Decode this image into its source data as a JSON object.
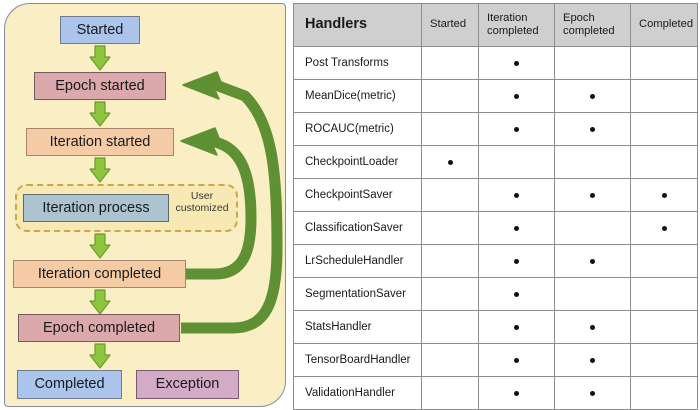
{
  "flow": {
    "nodes": [
      {
        "id": "started",
        "label": "Started",
        "style": "blue"
      },
      {
        "id": "epoch-started",
        "label": "Epoch started",
        "style": "rose"
      },
      {
        "id": "iteration-started",
        "label": "Iteration started",
        "style": "peach"
      },
      {
        "id": "iteration-process",
        "label": "Iteration process",
        "style": "steel"
      },
      {
        "id": "iteration-completed",
        "label": "Iteration completed",
        "style": "peach"
      },
      {
        "id": "epoch-completed",
        "label": "Epoch completed",
        "style": "rose"
      },
      {
        "id": "completed",
        "label": "Completed",
        "style": "blue"
      },
      {
        "id": "exception",
        "label": "Exception",
        "style": "mauve"
      }
    ],
    "group_label": "User customized",
    "colors": {
      "panel_background": "#faeec4",
      "group_background": "#f7e8b4",
      "group_border": "#c8a84a",
      "arrow_down": "#8dc63f",
      "arrow_loop": "#5f9033",
      "blue": "#aac4ec",
      "rose": "#dba9ab",
      "peach": "#f4cba4",
      "steel": "#abc4d0",
      "mauve": "#d4abc6"
    }
  },
  "table": {
    "columns": [
      "Handlers",
      "Started",
      "Iteration completed",
      "Epoch completed",
      "Completed"
    ],
    "rows": [
      {
        "name": "Post Transforms",
        "marks": [
          false,
          true,
          false,
          false
        ]
      },
      {
        "name": "MeanDice(metric)",
        "marks": [
          false,
          true,
          true,
          false
        ]
      },
      {
        "name": "ROCAUC(metric)",
        "marks": [
          false,
          true,
          true,
          false
        ]
      },
      {
        "name": "CheckpointLoader",
        "marks": [
          true,
          false,
          false,
          false
        ]
      },
      {
        "name": "CheckpointSaver",
        "marks": [
          false,
          true,
          true,
          true
        ]
      },
      {
        "name": "ClassificationSaver",
        "marks": [
          false,
          true,
          false,
          true
        ]
      },
      {
        "name": "LrScheduleHandler",
        "marks": [
          false,
          true,
          true,
          false
        ]
      },
      {
        "name": "SegmentationSaver",
        "marks": [
          false,
          true,
          false,
          false
        ]
      },
      {
        "name": "StatsHandler",
        "marks": [
          false,
          true,
          true,
          false
        ]
      },
      {
        "name": "TensorBoardHandler",
        "marks": [
          false,
          true,
          true,
          false
        ]
      },
      {
        "name": "ValidationHandler",
        "marks": [
          false,
          true,
          true,
          false
        ]
      }
    ],
    "mark_glyph": "dot"
  }
}
